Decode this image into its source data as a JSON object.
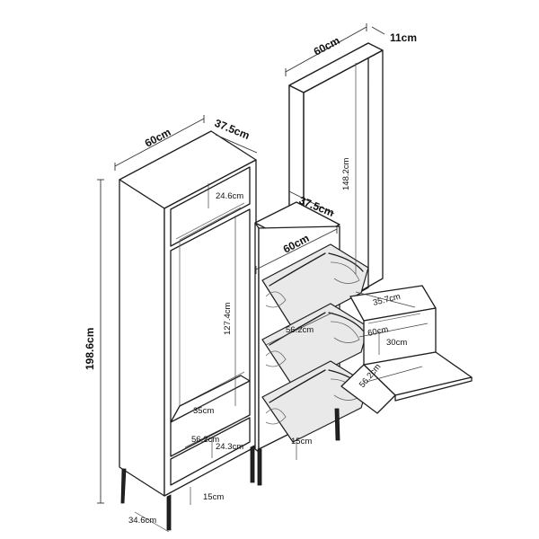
{
  "diagram": {
    "labels": {
      "tall_width": "60cm",
      "tall_depth": "37.5cm",
      "tall_height": "198.6cm",
      "tall_top_comp": "24.6cm",
      "tall_inner_height": "127.4cm",
      "tall_inner_depth": "35cm",
      "tall_inner_width": "56.2cm",
      "tall_drawer_height": "24.3cm",
      "tall_leg_height": "15cm",
      "tall_bottom_depth": "34.6cm",
      "mirror_width": "60cm",
      "mirror_depth": "11cm",
      "mirror_height": "148.2cm",
      "shoe_depth": "37.5cm",
      "shoe_width": "60cm",
      "shoe_flap_depth": "35.7cm",
      "shoe_inner_width": "56.2cm",
      "shoe_leg_height": "15cm",
      "bench_width": "60cm",
      "bench_height": "30cm",
      "bench_inner_width": "56.2cm"
    }
  }
}
